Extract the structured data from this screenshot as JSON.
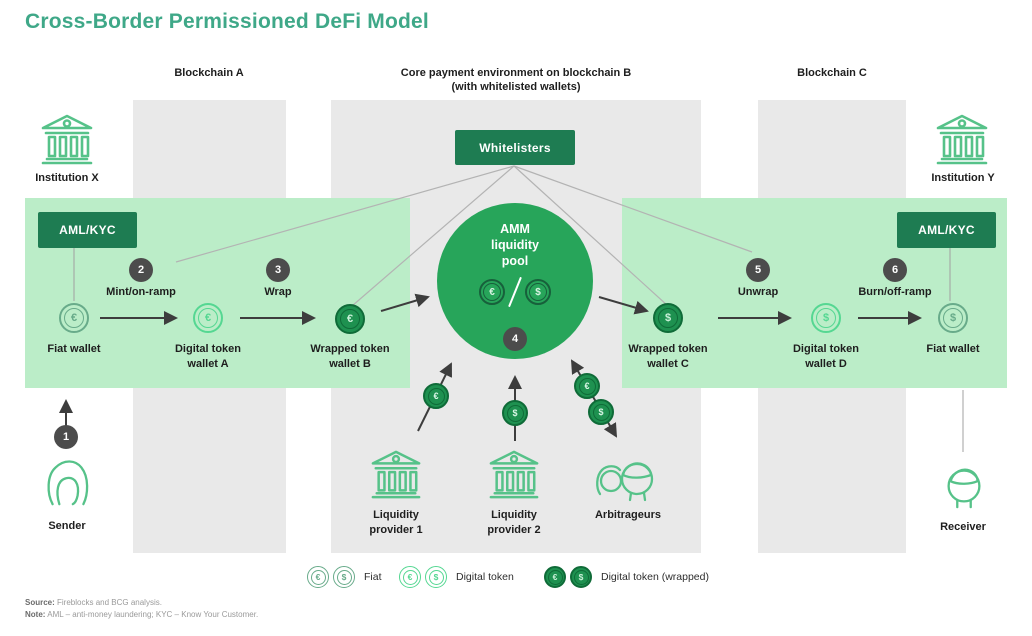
{
  "title": "Cross-Border Permissioned DeFi Model",
  "headers": {
    "blockchain_a": "Blockchain A",
    "core_line1": "Core payment environment on blockchain B",
    "core_line2": "(with whitelisted wallets)",
    "blockchain_c": "Blockchain C"
  },
  "institutions": {
    "x": "Institution X",
    "y": "Institution Y"
  },
  "compliance": {
    "aml_left": "AML/KYC",
    "aml_right": "AML/KYC"
  },
  "whitelisters": {
    "label": "Whitelisters"
  },
  "amm": {
    "line1": "AMM",
    "line2": "liquidity",
    "line3": "pool",
    "euro": "€",
    "dollar": "$"
  },
  "badges": {
    "b1": "1",
    "b2": "2",
    "b3": "3",
    "b4": "4",
    "b5": "5",
    "b6": "6"
  },
  "steps": {
    "mint": "Mint/on-ramp",
    "wrap": "Wrap",
    "unwrap": "Unwrap",
    "burn": "Burn/off-ramp"
  },
  "wallets": {
    "fiat_left": {
      "label": "Fiat wallet",
      "symbol": "€"
    },
    "digital_a": {
      "line1": "Digital token",
      "line2": "wallet A",
      "symbol": "€"
    },
    "wrapped_b": {
      "line1": "Wrapped token",
      "line2": "wallet B",
      "symbol": "€"
    },
    "wrapped_c": {
      "line1": "Wrapped token",
      "line2": "wallet C",
      "symbol": "$"
    },
    "digital_d": {
      "line1": "Digital token",
      "line2": "wallet D",
      "symbol": "$"
    },
    "fiat_right": {
      "label": "Fiat wallet",
      "symbol": "$"
    }
  },
  "flow_coins": {
    "lp1": "€",
    "lp2": "$",
    "arb_euro": "€",
    "arb_dollar": "$"
  },
  "participants": {
    "sender": "Sender",
    "receiver": "Receiver",
    "lp1": {
      "line1": "Liquidity",
      "line2": "provider 1"
    },
    "lp2": {
      "line1": "Liquidity",
      "line2": "provider 2"
    },
    "arbitrageurs": "Arbitrageurs"
  },
  "legend": {
    "fiat": {
      "label": "Fiat",
      "euro": "€",
      "dollar": "$"
    },
    "digital": {
      "label": "Digital token",
      "euro": "€",
      "dollar": "$"
    },
    "wrapped": {
      "label": "Digital token (wrapped)",
      "euro": "€",
      "dollar": "$"
    }
  },
  "footer": {
    "source_label": "Source:",
    "source_text": " Fireblocks and BCG analysis.",
    "note_label": "Note:",
    "note_text": " AML – anti-money laundering; KYC – Know Your Customer."
  },
  "colors": {
    "title": "#3fa888",
    "dark_green": "#1e7c52",
    "band_green": "#bbedc8",
    "amm_green": "#27a55a",
    "column_grey": "#e9e9e9",
    "badge_grey": "#4c4c4c",
    "icon_green": "#56c289",
    "fiat_coin": "#68ab8a",
    "digital_coin": "#55d792",
    "wrapped_fill": "#1e9150"
  }
}
